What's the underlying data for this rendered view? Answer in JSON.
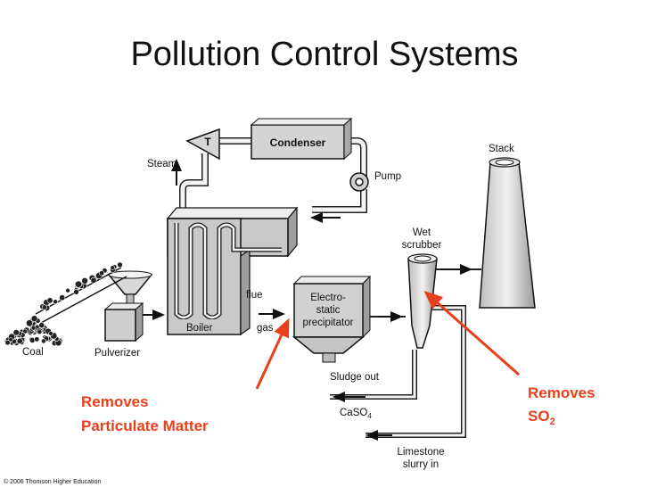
{
  "title": "Pollution Control Systems",
  "labels": {
    "turbine": "T",
    "condenser": "Condenser",
    "steam": "Steam",
    "pump": "Pump",
    "stack": "Stack",
    "wet_scrubber_1": "Wet",
    "wet_scrubber_2": "scrubber",
    "flue": "flue",
    "gas": "gas",
    "precip_1": "Electro-",
    "precip_2": "static",
    "precip_3": "precipitator",
    "boiler": "Boiler",
    "pulverizer": "Pulverizer",
    "coal": "Coal",
    "sludge": "Sludge out",
    "caso4": "CaSO",
    "caso4_sub": "4",
    "limestone_1": "Limestone",
    "limestone_2": "slurry in"
  },
  "annotations": {
    "particulate_1": "Removes",
    "particulate_2": "Particulate Matter",
    "so2_1": "Removes",
    "so2_2": "SO",
    "so2_sub": "2",
    "accent_color": "#e8401c"
  },
  "copyright": "© 2006 Thomson Higher Education"
}
